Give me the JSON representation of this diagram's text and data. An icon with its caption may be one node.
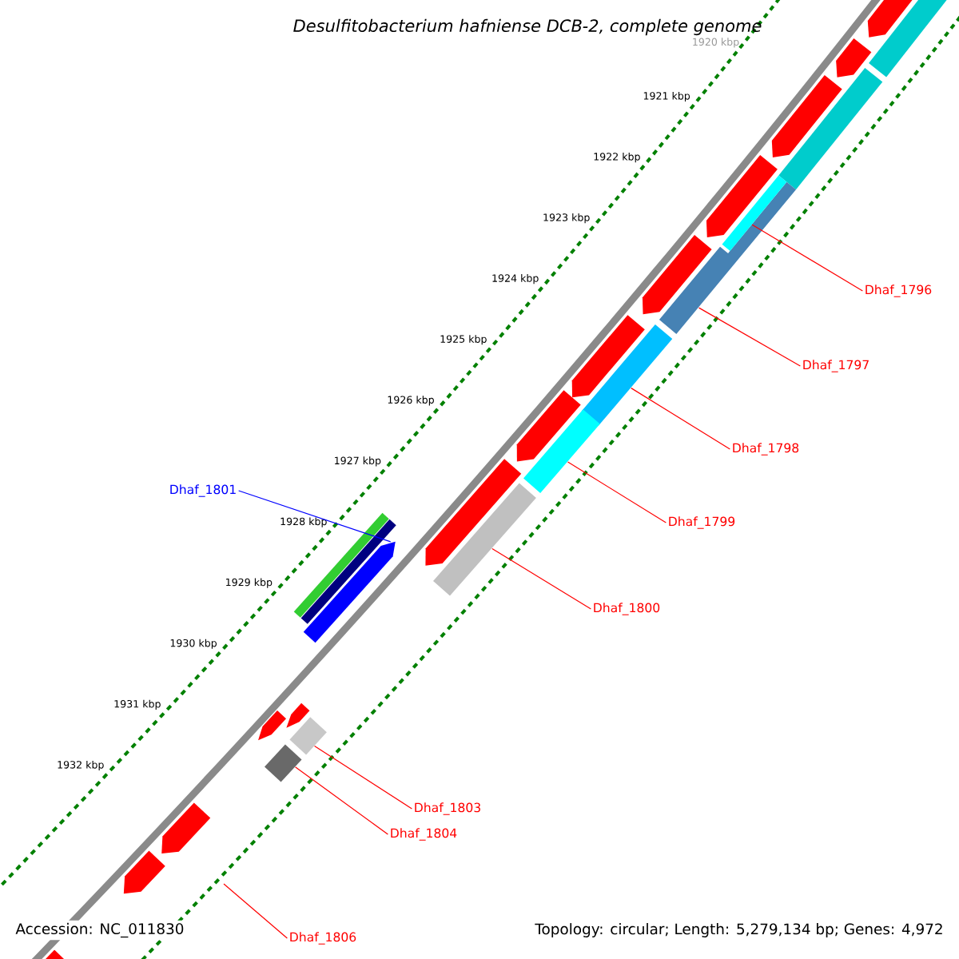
{
  "diagram": {
    "title": "Desulfitobacterium hafniense DCB-2, complete genome",
    "nodes": [
      {
        "text": [
          "Dhaf_1796"
        ]
      },
      {
        "text": [
          "Dhaf_1797"
        ]
      },
      {
        "text": [
          "Dhaf_1798"
        ]
      },
      {
        "text": [
          "Dhaf_1801"
        ]
      },
      {
        "text": [
          "Dhaf_1799"
        ]
      },
      {
        "text": [
          "Dhaf_1800"
        ]
      },
      {
        "text": [
          "Dhaf_1803"
        ]
      },
      {
        "text": [
          "Dhaf_1804"
        ]
      },
      {
        "text": [
          "Dhaf_1806"
        ]
      },
      {
        "text": [],
        "shape": "bar"
      },
      {
        "text": [],
        "shape": "bar"
      },
      {
        "text": [],
        "shape": "bar"
      },
      {
        "text": [],
        "shape": "bar"
      },
      {
        "text": [],
        "shape": "bar"
      },
      {
        "text": [],
        "shape": "bar"
      },
      {
        "text": [],
        "shape": "bar"
      },
      {
        "text": [],
        "shape": "bar"
      },
      {
        "text": [],
        "shape": "bar"
      },
      {
        "text": [],
        "shape": "bar"
      },
      {
        "text": [],
        "shape": "bar"
      },
      {
        "text": [],
        "shape": "bar"
      },
      {
        "text": [],
        "shape": "bar"
      },
      {
        "text": [],
        "shape": "bar"
      },
      {
        "text": [],
        "shape": "bar"
      },
      {
        "text": [],
        "shape": "bar"
      },
      {
        "text": [],
        "shape": "bar"
      },
      {
        "text": [],
        "shape": "bar"
      },
      {
        "text": [],
        "shape": "bar"
      },
      {
        "text": [],
        "shape": "bar"
      },
      {
        "text": [],
        "shape": "bar"
      },
      {
        "text": [],
        "shape": "bar"
      },
      {
        "text": [],
        "shape": "bar"
      },
      {
        "text": [],
        "shape": "bar"
      },
      {
        "text": [],
        "shape": "bar"
      }
    ],
    "edges": [
      {
        "from": 0,
        "to": 9,
        "arrow": "none"
      },
      {
        "from": 1,
        "to": 10,
        "arrow": "none"
      },
      {
        "from": 2,
        "to": 11,
        "arrow": "none"
      },
      {
        "from": 3,
        "to": 14,
        "arrow": "none",
        "color": "#0000ff"
      },
      {
        "from": 4,
        "to": 12,
        "arrow": "none"
      },
      {
        "from": 5,
        "to": 13,
        "arrow": "none"
      },
      {
        "from": 6,
        "to": 15,
        "arrow": "none"
      },
      {
        "from": 7,
        "to": 16,
        "arrow": "none"
      },
      {
        "from": 8,
        "to": null,
        "arrow": "none"
      }
    ],
    "labels": [
      "1920 kbp",
      "1921 kbp",
      "1922 kbp",
      "1923 kbp",
      "1924 kbp",
      "1925 kbp",
      "1926 kbp",
      "1927 kbp",
      "1928 kbp",
      "1929 kbp",
      "1930 kbp",
      "1931 kbp",
      "1932 kbp",
      "Accession: NC_011830",
      "Topology: circular; Length: 5,279,134 bp; Genes: 4,972"
    ]
  }
}
